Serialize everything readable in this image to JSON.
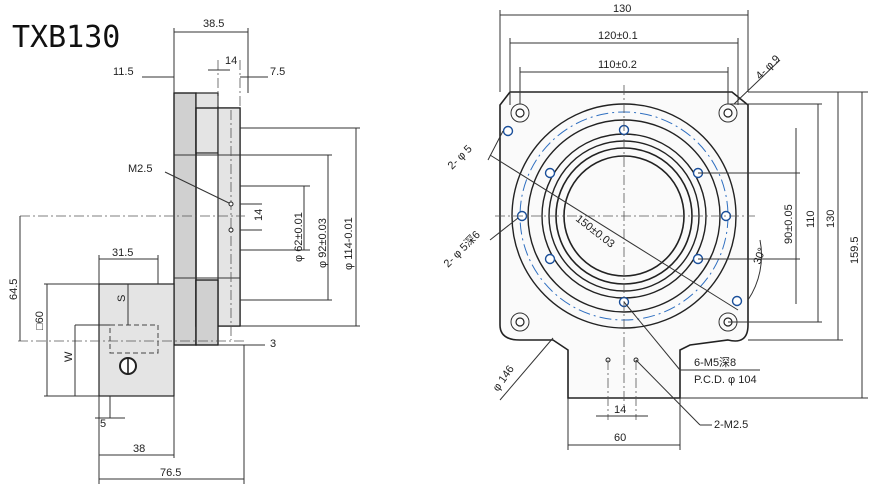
{
  "title": "TXB130",
  "side_view": {
    "dims": {
      "w38_5": "38.5",
      "w14_top": "14",
      "w11_5": "11.5",
      "w7_5": "7.5",
      "m2_5": "M2.5",
      "d62": "φ 62±0.01",
      "d92": "φ 92±0.03",
      "d114": "φ 114-0.01",
      "w14_mid": "14",
      "h64_5": "64.5",
      "sq60": "□60",
      "w31_5": "31.5",
      "label_s": "S",
      "label_w": "W",
      "w3": "3",
      "w5": "5",
      "w38": "38",
      "w76_5": "76.5"
    }
  },
  "front_view": {
    "dims": {
      "w130": "130",
      "w120": "120±0.1",
      "w110": "110±0.2",
      "holes4": "4- φ 9",
      "holes2_5": "2- φ 5",
      "holes2_5d6": "2- φ 5深6",
      "pcd150": "150±0.03",
      "h90": "90±0.05",
      "h110": "110",
      "h130": "130",
      "h159_5": "159.5",
      "angle30": "30°",
      "d146": "φ 146",
      "m5": "6-M5深8",
      "pcd104": "P.C.D. φ 104",
      "w14": "14",
      "w60": "60",
      "m2_5": "2-M2.5"
    }
  }
}
